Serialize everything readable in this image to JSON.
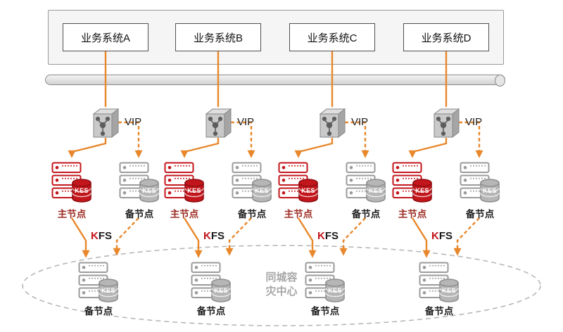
{
  "systems": [
    {
      "label": "业务系统A"
    },
    {
      "label": "业务系统B"
    },
    {
      "label": "业务系统C"
    },
    {
      "label": "业务系统D"
    }
  ],
  "clusters": [
    {
      "vip_label": "VIP",
      "primary_label": "主节点",
      "primary_db": "KES",
      "standby_label": "备节点",
      "standby_db": "KES",
      "kfs_k": "K",
      "kfs_rest": "FS"
    },
    {
      "vip_label": "VIP",
      "primary_label": "主节点",
      "primary_db": "KES",
      "standby_label": "备节点",
      "standby_db": "KES",
      "kfs_k": "K",
      "kfs_rest": "FS"
    },
    {
      "vip_label": "VIP",
      "primary_label": "主节点",
      "primary_db": "KES",
      "standby_label": "备节点",
      "standby_db": "KES",
      "kfs_k": "K",
      "kfs_rest": "FS"
    },
    {
      "vip_label": "VIP",
      "primary_label": "主节点",
      "primary_db": "KES",
      "standby_label": "备节点",
      "standby_db": "KES",
      "kfs_k": "K",
      "kfs_rest": "FS"
    }
  ],
  "dr_center": {
    "caption": "同城容\n灾中心",
    "nodes": [
      {
        "label": "备节点",
        "db": "KES"
      },
      {
        "label": "备节点",
        "db": "KES"
      },
      {
        "label": "备节点",
        "db": "KES"
      },
      {
        "label": "备节点",
        "db": "KES"
      }
    ]
  },
  "colors": {
    "accent_orange": "#E8872B",
    "primary_red": "#C3161C",
    "node_gray": "#9B9B9B"
  }
}
